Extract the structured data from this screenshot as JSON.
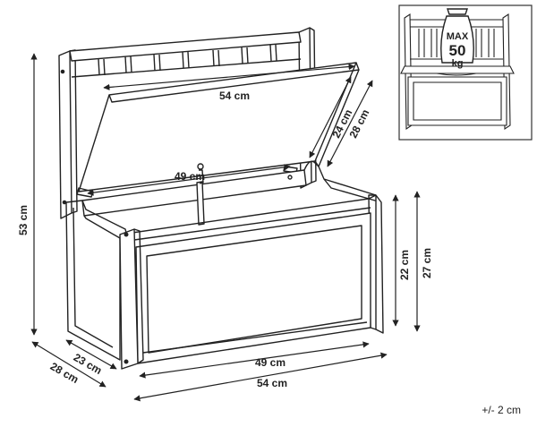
{
  "dimensions": {
    "total_height": "53 cm",
    "lid_width": "54 cm",
    "lid_depth_inner": "24 cm",
    "lid_depth_outer": "28 cm",
    "inner_width": "49 cm",
    "box_height_inner": "22 cm",
    "box_height_outer": "27 cm",
    "front_width": "49 cm",
    "total_width": "54 cm",
    "inner_depth": "23 cm",
    "total_depth": "28 cm"
  },
  "tolerance": "+/- 2 cm",
  "capacity": {
    "label": "MAX",
    "value": "50",
    "unit": "kg"
  }
}
